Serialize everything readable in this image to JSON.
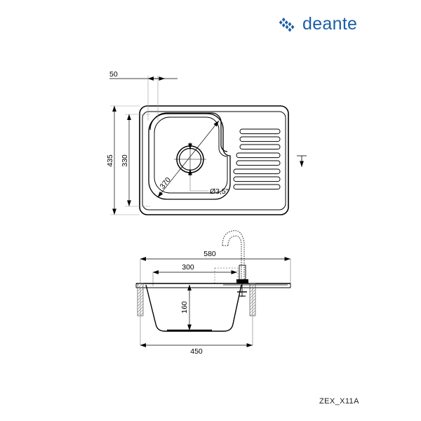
{
  "brand": {
    "name": "deante",
    "logo_icon": "deante-floral-mark-icon",
    "color": "#1b5fa8"
  },
  "product": {
    "code": "ZEX_X11A"
  },
  "drawing": {
    "type": "technical-drawing",
    "units": "mm",
    "line_color": "#000000",
    "views": [
      {
        "id": "plan-view",
        "name": "Top / plan view of sink with drainer"
      },
      {
        "id": "section-view",
        "name": "Cross section view with faucet"
      }
    ]
  },
  "dimensions": {
    "plan": {
      "tap_hole_offset": "50",
      "overall_height": "435",
      "bowl_height": "330",
      "bowl_diagonal": "370",
      "drain_diameter": "Ø3,5\""
    },
    "section": {
      "overall_width": "580",
      "tap_center_offset": "300",
      "bowl_depth": "160",
      "bowl_width": "450"
    }
  },
  "labels": {
    "d50": "50",
    "d435": "435",
    "d330": "330",
    "d370": "370",
    "d_drain": "Ø3,5\"",
    "d580": "580",
    "d300": "300",
    "d160": "160",
    "d450": "450"
  }
}
